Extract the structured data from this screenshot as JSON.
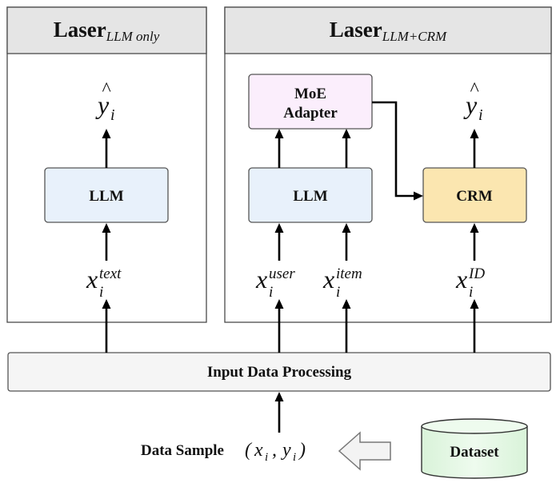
{
  "panels": {
    "left": {
      "title": "Laser",
      "subscript": "LLM only"
    },
    "right": {
      "title": "Laser",
      "subscript": "LLM+CRM"
    }
  },
  "boxes": {
    "llm_left": "LLM",
    "moe_line1": "MoE",
    "moe_line2": "Adapter",
    "llm_right": "LLM",
    "crm": "CRM",
    "input_processing": "Input Data Processing",
    "dataset": "Dataset"
  },
  "math": {
    "y_hat": "y",
    "y_hat_accent": "^",
    "y_hat_index": "i",
    "x": "x",
    "index": "i",
    "text_sup": "text",
    "user_sup": "user",
    "item_sup": "item",
    "id_sup": "ID",
    "sample_open": "(",
    "sample_x": "x",
    "sample_sep": ",",
    "sample_y": "y",
    "sample_close": ")"
  },
  "labels": {
    "data_sample": "Data Sample"
  },
  "colors": {
    "llm_fill": "#e8f1fb",
    "moe_fill": "#fbeefc",
    "crm_fill": "#fbe6b0",
    "dataset_fill": "#e5f7e5",
    "input_fill": "#f5f5f5",
    "panel_header": "#e5e5e5",
    "arrow_hollow": "#f3f3f3"
  }
}
